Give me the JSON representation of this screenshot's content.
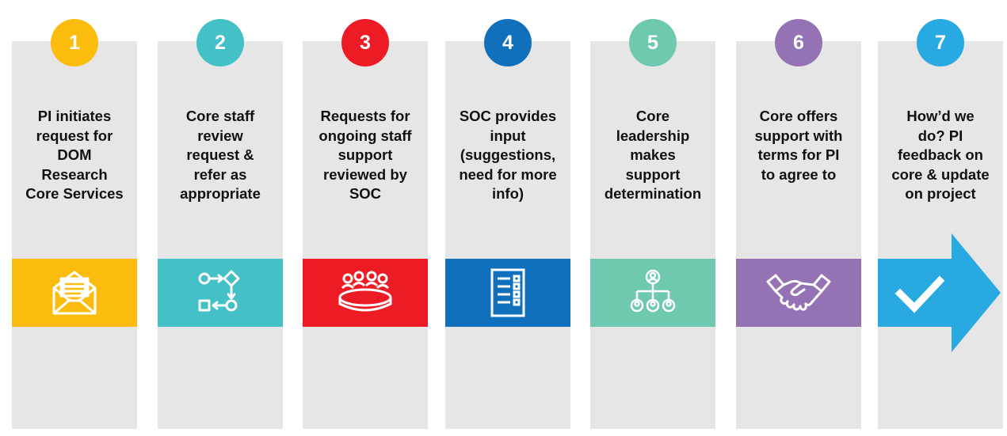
{
  "steps": [
    {
      "number": "1",
      "color": "#fbbc0e",
      "text": "PI initiates\nrequest for\nDOM\nResearch\nCore Services",
      "icon": "envelope-icon"
    },
    {
      "number": "2",
      "color": "#43c1c7",
      "text": "Core staff\nreview\nrequest &\nrefer as\nappropriate",
      "icon": "workflow-icon"
    },
    {
      "number": "3",
      "color": "#ed1c24",
      "text": "Requests for\nongoing staff\nsupport\nreviewed by\nSOC",
      "icon": "meeting-table-icon"
    },
    {
      "number": "4",
      "color": "#1170bb",
      "text": "SOC provides\ninput\n(suggestions,\nneed for more\ninfo)",
      "icon": "checklist-icon"
    },
    {
      "number": "5",
      "color": "#6fc9b0",
      "text": "Core\nleadership\nmakes\nsupport\ndetermination",
      "icon": "org-chart-icon"
    },
    {
      "number": "6",
      "color": "#9472b4",
      "text": "Core offers\nsupport with\nterms for PI\nto agree to",
      "icon": "handshake-icon"
    },
    {
      "number": "7",
      "color": "#29a9e1",
      "text": "How’d we\ndo?  PI\nfeedback on\ncore & update\non project",
      "icon": "checkmark-icon"
    }
  ]
}
